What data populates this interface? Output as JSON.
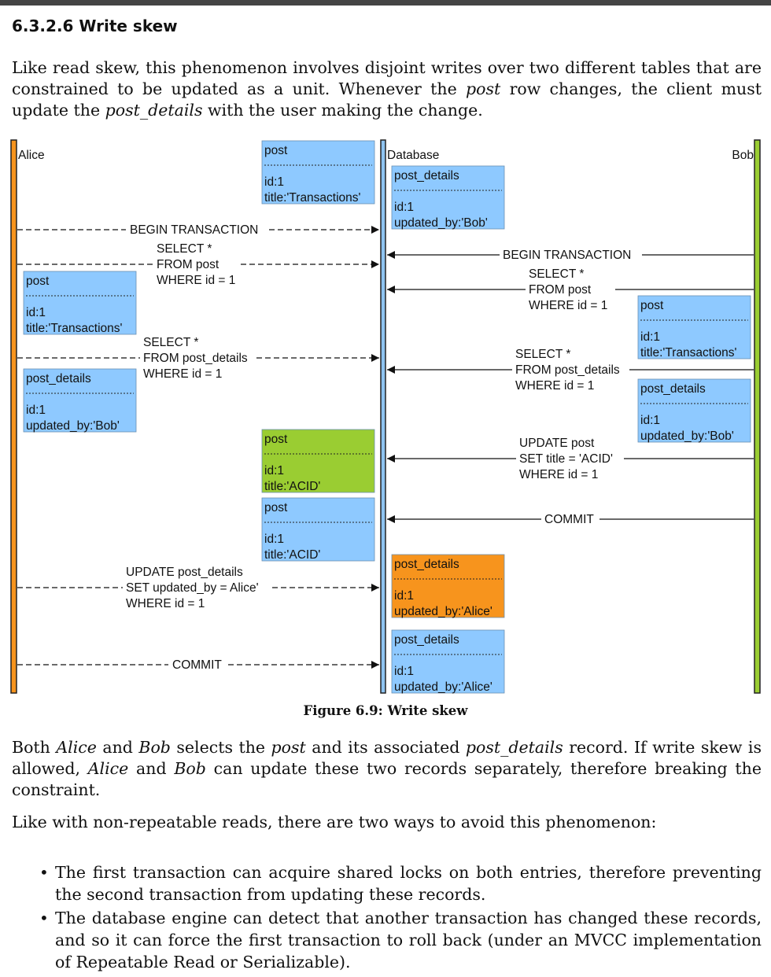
{
  "section": {
    "title": "6.3.2.6 Write skew"
  },
  "intro": {
    "before_post": "Like read skew, this phenomenon involves disjoint writes over two different tables that are constrained to be updated as a unit. Whenever the ",
    "post": "post",
    "middle": " row changes, the client must update the ",
    "post_details": "post_details",
    "after": " with the user making the change."
  },
  "figure": {
    "caption": "Figure 6.9: Write skew",
    "lanes": {
      "alice": "Alice",
      "database": "Database",
      "bob": "Bob"
    },
    "colors": {
      "alice": "#f7941d",
      "database": "#8ec3f0",
      "bob": "#9acd32",
      "record_blue": "#8ec9ff",
      "record_green": "#9acd32",
      "record_orange": "#f7941d"
    },
    "boxes": [
      {
        "id": "db-post-initial",
        "table": "post",
        "line1": "id:1",
        "line2": "title:'Transactions'"
      },
      {
        "id": "db-post-details-initial",
        "table": "post_details",
        "line1": "id:1",
        "line2": "updated_by:'Bob'"
      },
      {
        "id": "alice-post",
        "table": "post",
        "line1": "id:1",
        "line2": "title:'Transactions'"
      },
      {
        "id": "alice-post-details",
        "table": "post_details",
        "line1": "id:1",
        "line2": "updated_by:'Bob'"
      },
      {
        "id": "bob-post",
        "table": "post",
        "line1": "id:1",
        "line2": "title:'Transactions'"
      },
      {
        "id": "bob-post-details",
        "table": "post_details",
        "line1": "id:1",
        "line2": "updated_by:'Bob'"
      },
      {
        "id": "db-post-acid-green",
        "table": "post",
        "line1": "id:1",
        "line2": "title:'ACID'"
      },
      {
        "id": "db-post-acid",
        "table": "post",
        "line1": "id:1",
        "line2": "title:'ACID'"
      },
      {
        "id": "db-post-details-alice-orange",
        "table": "post_details",
        "line1": "id:1",
        "line2": "updated_by:'Alice'"
      },
      {
        "id": "db-post-details-alice",
        "table": "post_details",
        "line1": "id:1",
        "line2": "updated_by:'Alice'"
      }
    ],
    "messages": {
      "alice_begin": "BEGIN TRANSACTION",
      "alice_select_post": [
        "SELECT *",
        "FROM post",
        "WHERE id = 1"
      ],
      "alice_select_details": [
        "SELECT *",
        "FROM post_details",
        "WHERE id = 1"
      ],
      "alice_update": [
        "UPDATE post_details",
        "SET updated_by = Alice'",
        "WHERE id = 1"
      ],
      "alice_commit": "COMMIT",
      "bob_begin": "BEGIN TRANSACTION",
      "bob_select_post": [
        "SELECT *",
        "FROM post",
        "WHERE id = 1"
      ],
      "bob_select_details": [
        "SELECT *",
        "FROM post_details",
        "WHERE id = 1"
      ],
      "bob_update": [
        "UPDATE post",
        "SET title = 'ACID'",
        "WHERE id = 1"
      ],
      "bob_commit": "COMMIT"
    }
  },
  "explanation": {
    "t1": "Both ",
    "alice": "Alice",
    "t2": " and ",
    "bob": "Bob",
    "t3": " selects the ",
    "post": "post",
    "t4": " and its associated ",
    "post_details": "post_details",
    "t5": " record. If write skew is allowed, ",
    "alice2": "Alice",
    "t6": " and ",
    "bob2": "Bob",
    "t7": " can update these two records separately, therefore breaking the constraint."
  },
  "avoid_intro": "Like with non-repeatable reads, there are two ways to avoid this phenomenon:",
  "bullets": [
    "The first transaction can acquire shared locks on both entries, therefore preventing the second transaction from updating these records.",
    "The database engine can detect that another transaction has changed these records, and so it can force the first transaction to roll back (under an MVCC implementation of Repeatable Read or Serializable)."
  ]
}
